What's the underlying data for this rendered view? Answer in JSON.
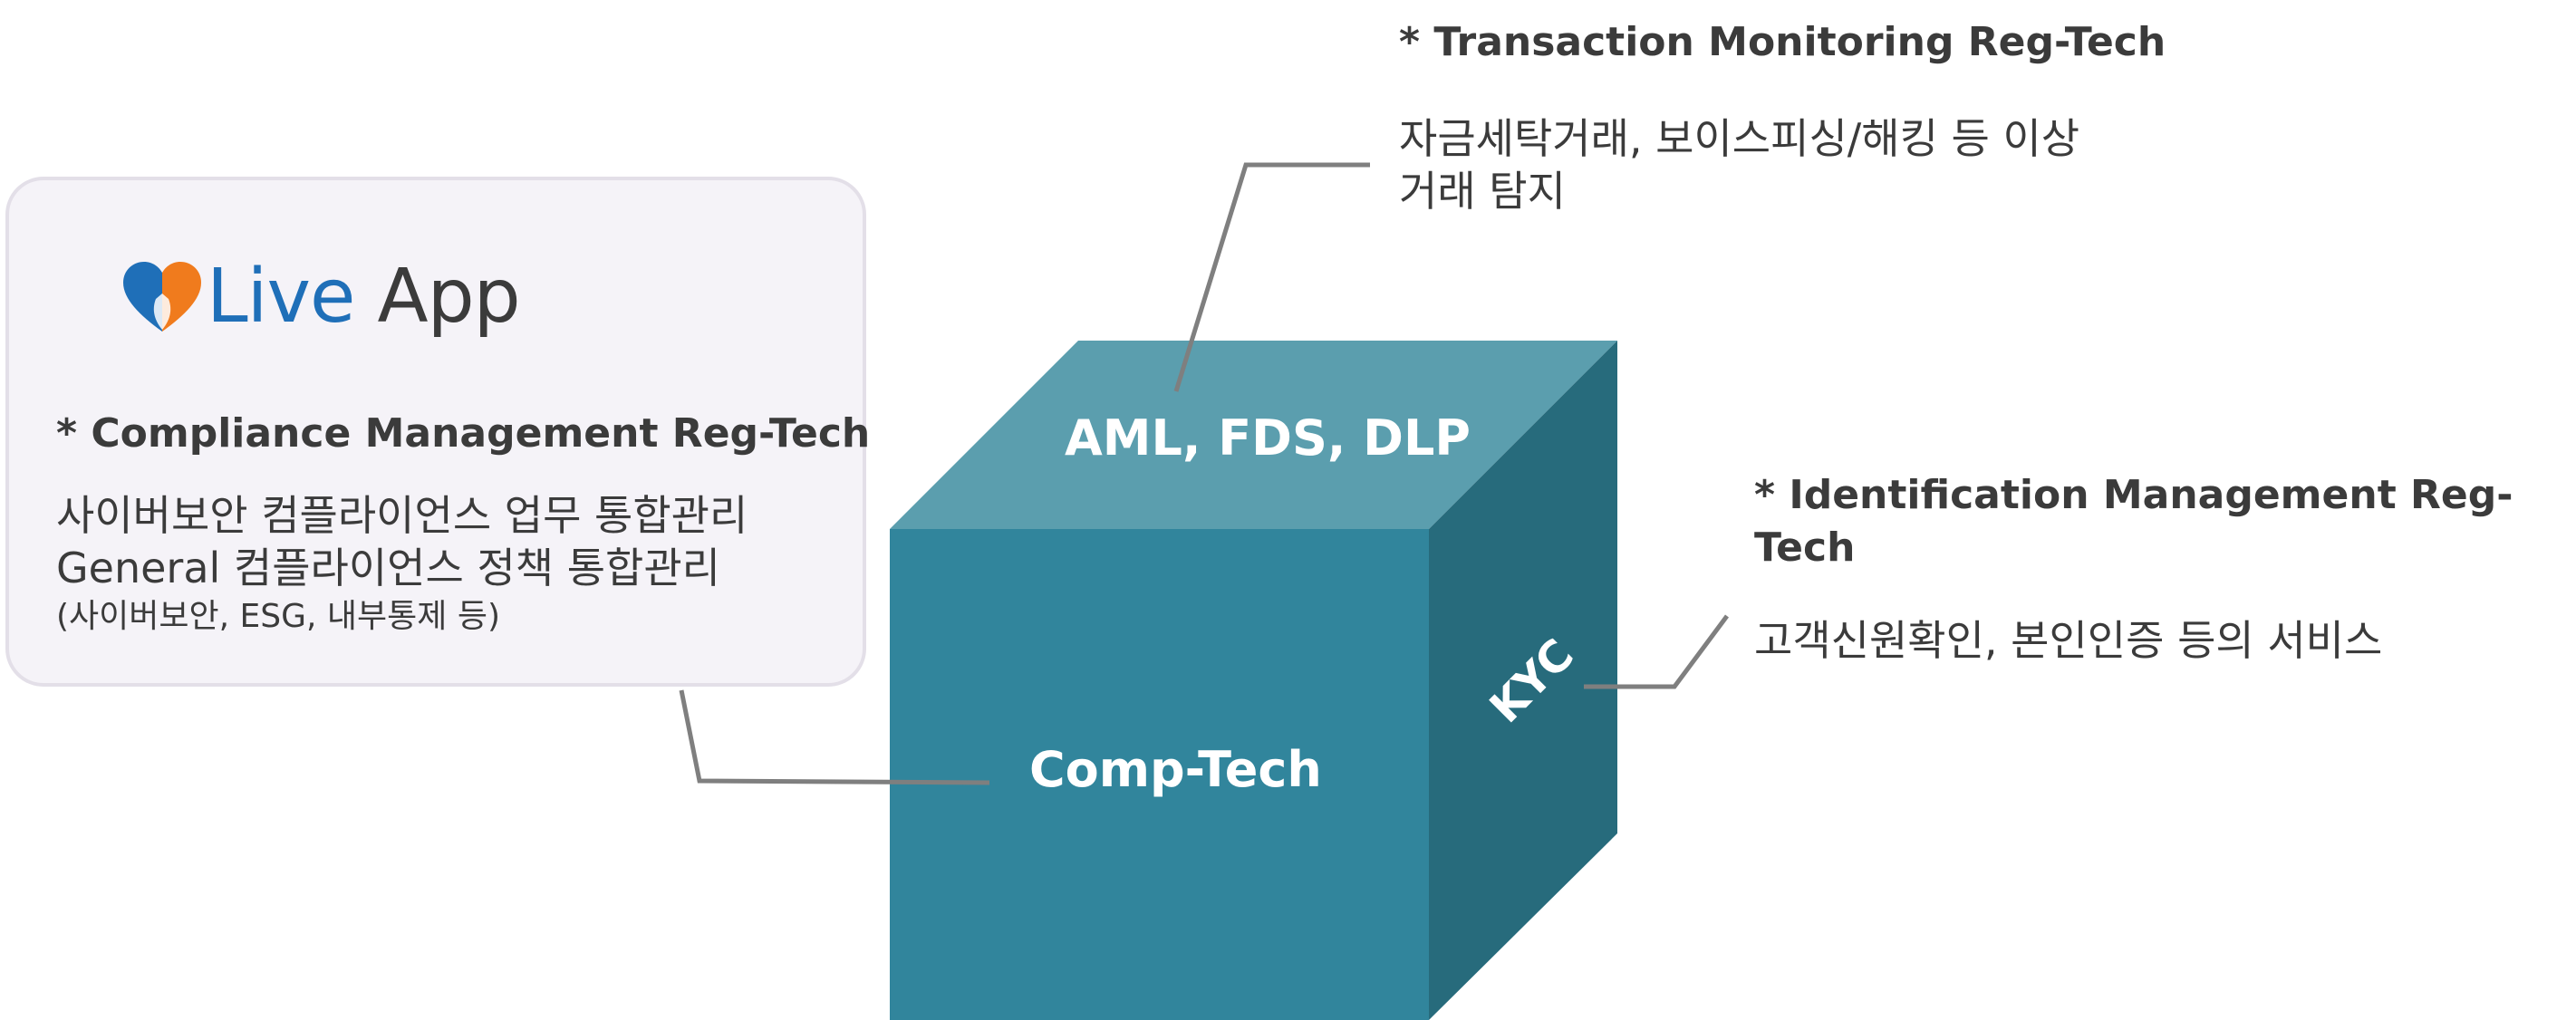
{
  "card": {
    "logo_live": "Live",
    "logo_app": "App",
    "heading": "* Compliance Management Reg-Tech",
    "lines": [
      "사이버보안 컴플라이언스 업무 통합관리",
      "General 컴플라이언스 정책 통합관리"
    ],
    "note": "(사이버보안, ESG, 내부통제 등)"
  },
  "transaction": {
    "heading": "* Transaction Monitoring Reg-Tech",
    "lines": [
      "자금세탁거래, 보이스피싱/해킹 등 이상",
      "거래 탐지"
    ]
  },
  "identification": {
    "heading_lines": [
      "* Identification Management Reg-",
      "Tech"
    ],
    "desc": "고객신원확인, 본인인증 등의 서비스"
  },
  "cube": {
    "top_label": "AML, FDS, DLP",
    "front_label": "Comp-Tech",
    "side_label": "KYC",
    "colors": {
      "top": "#5b9eae",
      "front": "#31859c",
      "side": "#276b7c",
      "connector": "#7f7f7f"
    }
  }
}
